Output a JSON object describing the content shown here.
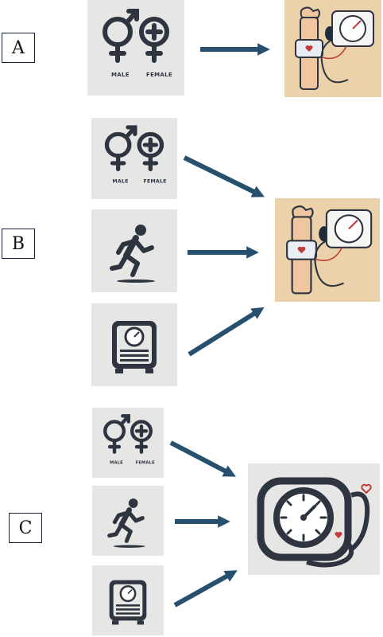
{
  "scenarios": [
    {
      "label": "A",
      "inputs": [
        "gender"
      ],
      "output": "bp-monitor-illustration"
    },
    {
      "label": "B",
      "inputs": [
        "gender",
        "activity",
        "weight-scale"
      ],
      "output": "bp-monitor-illustration"
    },
    {
      "label": "C",
      "inputs": [
        "gender",
        "activity",
        "weight-scale"
      ],
      "output": "bp-gauge-icon"
    }
  ],
  "gender_icon": {
    "male_label": "MALE",
    "female_label": "FEMALE"
  },
  "colors": {
    "arrow": "#27506e",
    "tile_grey": "#e6e6e4",
    "tile_peach": "#ecd2aa",
    "icon_dark": "#2e3440"
  }
}
